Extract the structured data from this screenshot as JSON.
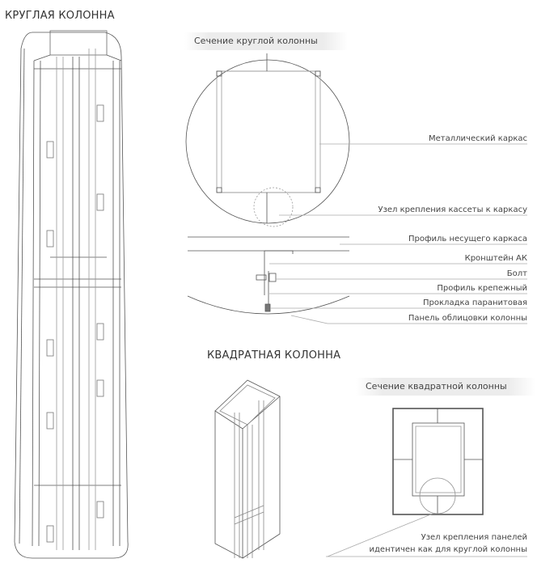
{
  "round_column": {
    "title": "КРУГЛАЯ КОЛОННА",
    "section_title": "Сечение круглой колонны",
    "callouts": [
      "Металлический каркас",
      "Узел крепления кассеты к каркасу",
      "Профиль несущего каркаса",
      "Кронштейн АК",
      "Болт",
      "Профиль крепежный",
      "Прокладка паранитовая",
      "Панель облицовки колонны"
    ]
  },
  "square_column": {
    "title": "КВАДРАТНАЯ КОЛОННА",
    "section_title": "Сечение квадратной колонны",
    "note_line1": "Узел крепления панелей",
    "note_line2": "идентичен как для круглой колонны"
  },
  "colors": {
    "line": "#555555",
    "light_line": "#999999",
    "band": "#ececec"
  }
}
